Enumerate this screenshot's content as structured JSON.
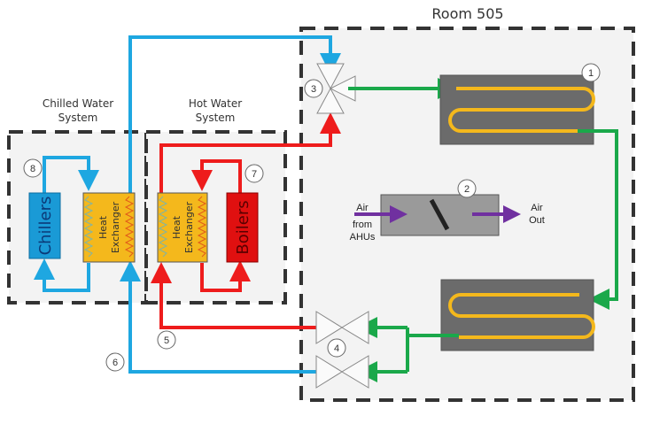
{
  "title": "Room 505",
  "systems": {
    "chilled": {
      "line1": "Chilled Water",
      "line2": "System"
    },
    "hot": {
      "line1": "Hot Water",
      "line2": "System"
    }
  },
  "components": {
    "chillers": "Chillers",
    "boilers": "Boilers",
    "hx_line1": "Heat",
    "hx_line2": "Exchanger"
  },
  "air": {
    "in_line1": "Air",
    "in_line2": "from",
    "in_line3": "AHUs",
    "out_line1": "Air",
    "out_line2": "Out"
  },
  "markers": [
    "1",
    "2",
    "3",
    "4",
    "5",
    "6",
    "7",
    "8"
  ],
  "colors": {
    "chilled": "#1ea7e1",
    "hot": "#ee1c1c",
    "supply": "#1aa84a",
    "air": "#7030a0",
    "hx_fill": "#f4b81c",
    "chiller_fill": "#1a9ad6",
    "boiler_fill": "#e01010",
    "coil_fill": "#6b6b6b"
  }
}
